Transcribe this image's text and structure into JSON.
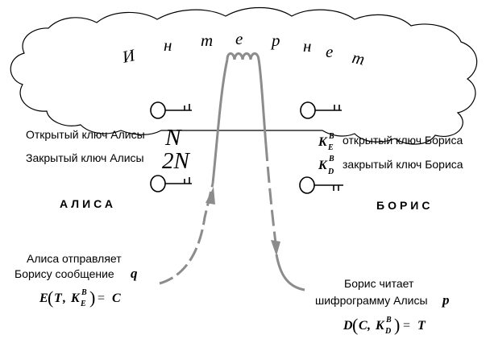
{
  "cloud": {
    "letters": [
      "И",
      "н",
      "т",
      "е",
      "р",
      "н",
      "е",
      "т"
    ]
  },
  "alice": {
    "name": "АЛИСА",
    "open_key_label": "Открытый ключ Алисы",
    "closed_key_label": "Закрытый ключ Алисы",
    "open_key_symbol": "N",
    "closed_key_symbol": "2N",
    "message_line1": "Алиса отправляет",
    "message_line2": "Борису сообщение",
    "message_var": "q",
    "formula": {
      "func": "E",
      "arg1": "T",
      "key_base": "K",
      "key_sub": "E",
      "key_sup": "B",
      "result": "C"
    }
  },
  "bob": {
    "name": "БОРИС",
    "open_key_label": "открытый ключ Бориса",
    "closed_key_label": "закрытый ключ Бориса",
    "open_key": {
      "base": "K",
      "sub": "E",
      "sup": "B"
    },
    "closed_key": {
      "base": "K",
      "sub": "D",
      "sup": "B"
    },
    "message_line1": "Борис читает",
    "message_line2": "шифрограмму Алисы",
    "message_var": "p",
    "formula": {
      "func": "D",
      "arg1": "C",
      "key_base": "K",
      "key_sub": "D",
      "key_sup": "B",
      "result": "T"
    }
  },
  "colors": {
    "outline": "#000000",
    "path": "#8c8c8c",
    "text": "#000000"
  },
  "icons": [
    "key-icon"
  ]
}
